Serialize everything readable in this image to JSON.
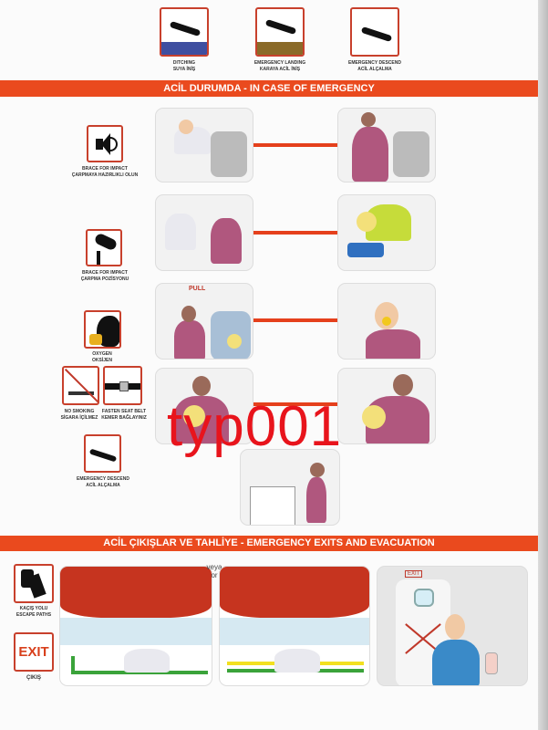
{
  "top_icons": [
    {
      "icon": "ditching-plane-icon",
      "label_en": "DITCHING",
      "label_tr": "SUYA İNİŞ",
      "ground_color": "#3f4fa0"
    },
    {
      "icon": "emergency-landing-plane-icon",
      "label_en": "EMERGENCY LANDING",
      "label_tr": "KARAYA ACİL İNİŞ",
      "ground_color": "#8a6a28"
    },
    {
      "icon": "emergency-descend-plane-icon",
      "label_en": "EMERGENCY DESCEND",
      "label_tr": "ACİL ALÇALMA"
    }
  ],
  "banner_emergency": "ACİL DURUMDA - IN CASE OF EMERGENCY",
  "side_icons": [
    {
      "icon": "speaker-icon",
      "label_en": "BRACE FOR IMPACT",
      "label_tr": "ÇARPMAYA HAZIRLIKLI OLUN"
    },
    {
      "icon": "brace-position-icon",
      "label_en": "BRACE FOR IMPACT",
      "label_tr": "ÇARPMA POZİSYONU"
    },
    {
      "icon": "oxygen-mask-icon",
      "label_en": "OXYGEN",
      "label_tr": "OKSİJEN"
    },
    {
      "icon": "no-smoking-icon",
      "label_en": "NO SMOKING",
      "label_tr": "SİGARA İÇİLMEZ"
    },
    {
      "icon": "seat-belt-icon",
      "label_en": "FASTEN SEAT BELT",
      "label_tr": "KEMER BAĞLAYINIZ"
    },
    {
      "icon": "emergency-descend-icon",
      "label_en": "EMERGENCY DESCEND",
      "label_tr": "ACİL ALÇALMA"
    }
  ],
  "oxygen_pull_label": "PULL",
  "watermark": "typ001",
  "banner_exits": "ACİL ÇIKIŞLAR VE TAHLİYE - EMERGENCY EXITS AND EVACUATION",
  "escape": {
    "label_tr": "KAÇIŞ YOLU",
    "label_en": "ESCAPE PATHS"
  },
  "exit": {
    "sign": "EXIT",
    "label_tr": "ÇIKIŞ"
  },
  "or_tr": "veya",
  "or_en": "or",
  "exit_door_sign": "EXIT",
  "colors": {
    "accent": "#ea4a1e",
    "smoke": "#c0392b",
    "path": "#3aa33a"
  }
}
